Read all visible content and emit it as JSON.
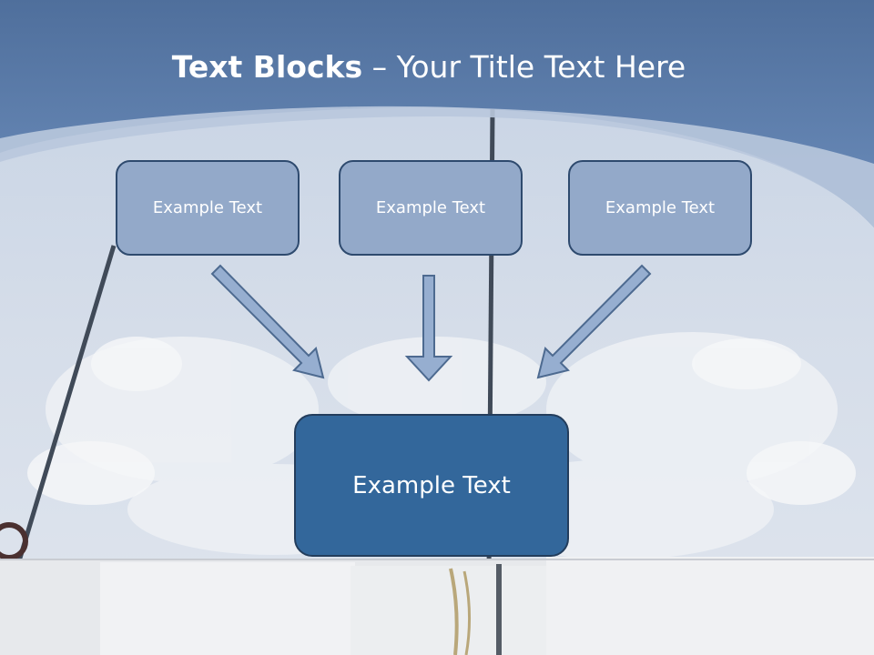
{
  "title": {
    "bold": "Text Blocks",
    "dash": " – ",
    "rest": "Your Title Text Here"
  },
  "blocks": [
    {
      "label": "Example Text"
    },
    {
      "label": "Example Text"
    },
    {
      "label": "Example Text"
    }
  ],
  "main_block": {
    "label": "Example Text"
  },
  "colors": {
    "header_band": "#5b7fae",
    "small_block_fill": "#93a9c9",
    "main_block_fill": "#33679b",
    "border": "#2e4a6e",
    "arrow_fill": "#96aed0",
    "arrow_stroke": "#4d6a90"
  }
}
